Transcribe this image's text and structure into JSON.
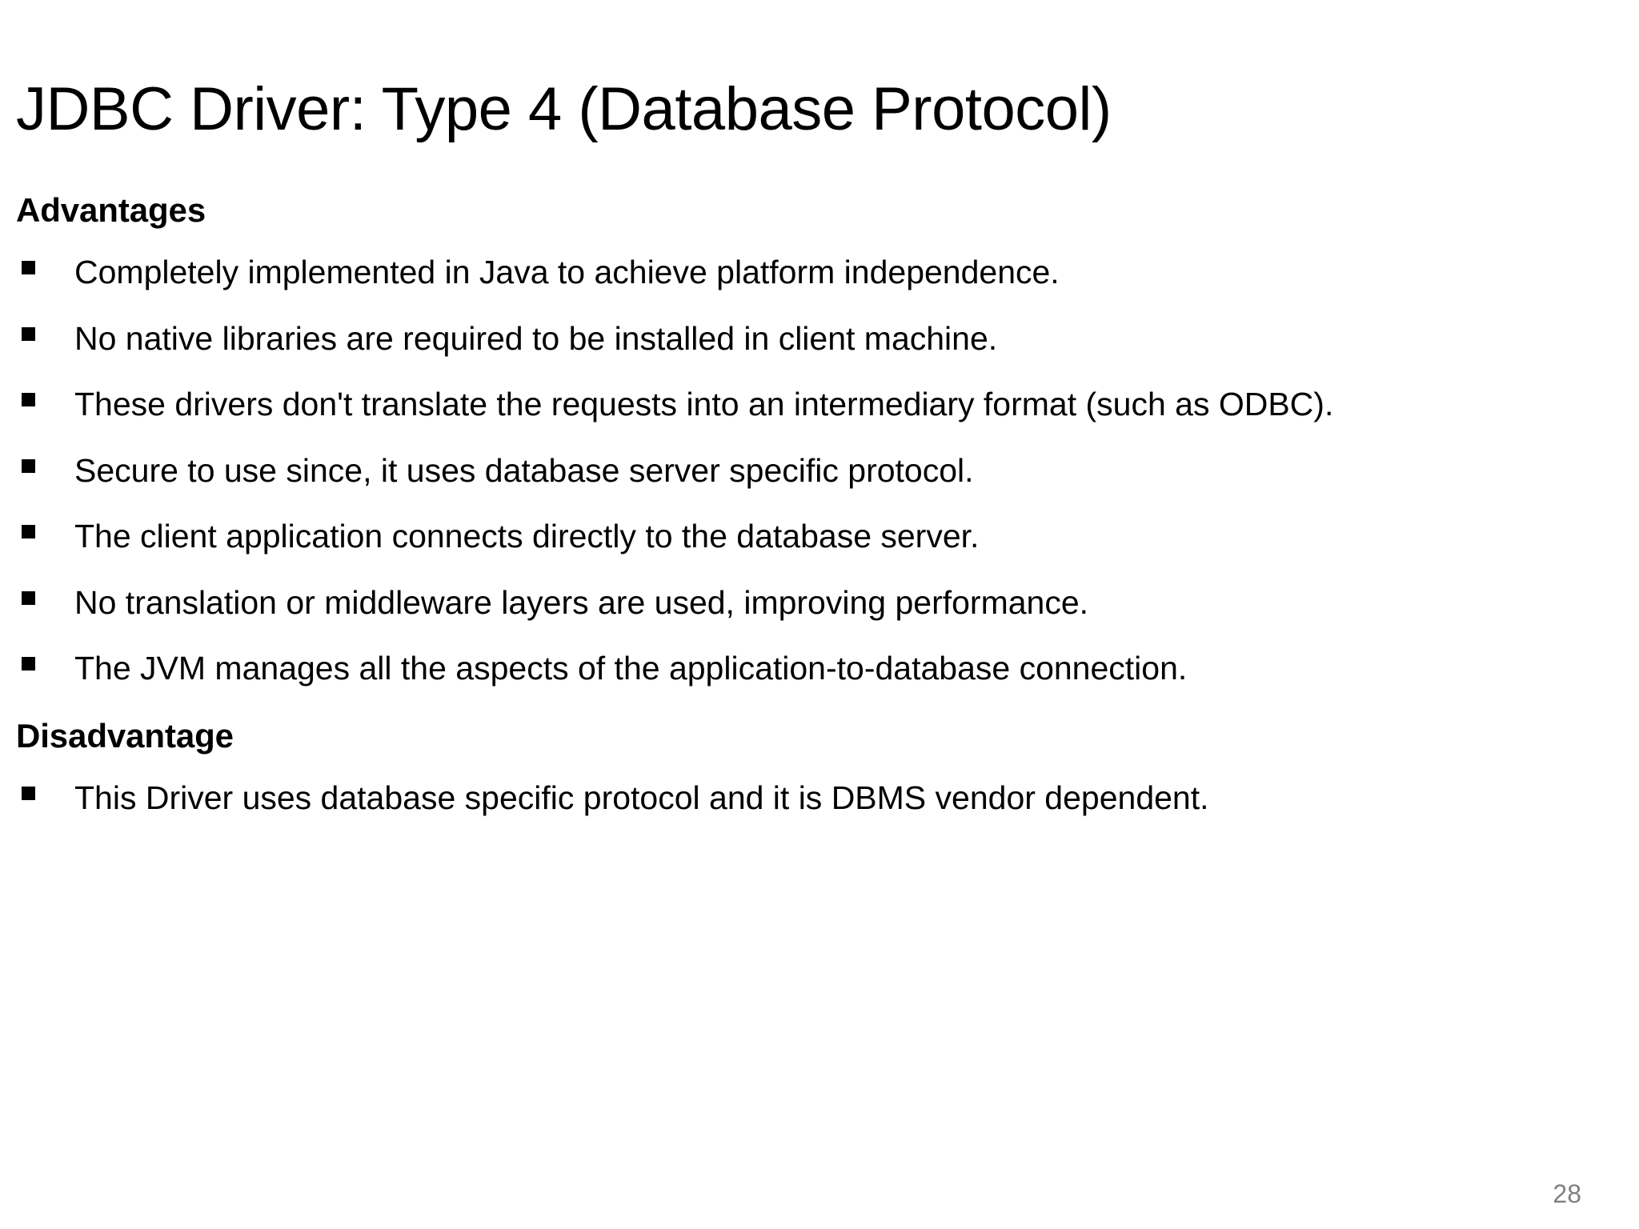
{
  "slide": {
    "title": "JDBC Driver: Type 4 (Database Protocol)",
    "page_number": "28",
    "page_number_color": "#808080",
    "background_color": "#ffffff",
    "text_color": "#000000",
    "bullet_glyph": "black-square"
  },
  "sections": [
    {
      "heading": "Advantages",
      "bullets": [
        {
          "text": "Completely implemented in Java to achieve platform independence.",
          "justified": false
        },
        {
          "text": "No native libraries are required to be installed in client machine.",
          "justified": false
        },
        {
          "text": "These drivers don't translate the requests into an intermediary format (such as ODBC).",
          "justified": true
        },
        {
          "text": "Secure to use since, it uses database server specific protocol.",
          "justified": false
        },
        {
          "text": "The client application connects directly to the database server.",
          "justified": false
        },
        {
          "text": "No translation or middleware layers are used, improving performance.",
          "justified": false
        },
        {
          "text": "The JVM  manages all the  aspects of the application-to-database connection.",
          "justified": true
        }
      ]
    },
    {
      "heading": "Disadvantage",
      "bullets": [
        {
          "text": "This Driver uses database specific protocol and it is DBMS vendor dependent.",
          "justified": true
        }
      ]
    }
  ]
}
